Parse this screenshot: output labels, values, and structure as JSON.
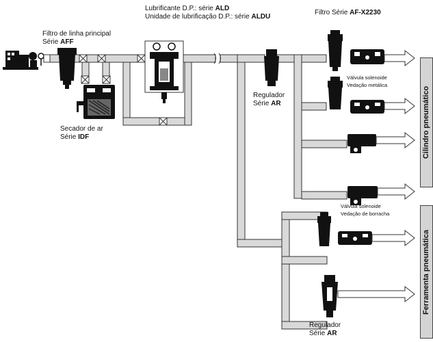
{
  "labels": {
    "compressor_icon": "compressor-icon",
    "main_filter": {
      "line1": "Filtro de linha principal",
      "line2_prefix": "Série ",
      "line2_bold": "AFF"
    },
    "dryer": {
      "line1": "Secador de ar",
      "line2_prefix": "Série ",
      "line2_bold": "IDF"
    },
    "lubricator": {
      "line1_prefix": "Lubrificante D.P.: série ",
      "line1_bold": "ALD",
      "line2_prefix": "Unidade de lubrificação D.P.: série ",
      "line2_bold": "ALDU"
    },
    "filter_af": {
      "prefix": "Filtro Série ",
      "bold": "AF-X2230"
    },
    "regulator_top": {
      "line1": "Regulador",
      "line2_prefix": "Série ",
      "line2_bold": "AR"
    },
    "regulator_bottom": {
      "line1": "Regulador",
      "line2_prefix": "Série ",
      "line2_bold": "AR"
    },
    "valve_metal": {
      "line1": "Válvula solenoide",
      "line2": "Vedação metálica"
    },
    "valve_rubber": {
      "line1": "Válvula solenoide",
      "line2": "Vedação de borracha"
    }
  },
  "side_labels": {
    "cylinder": "Cilindro pneumático",
    "tool": "Ferramenta pneumática"
  },
  "colors": {
    "pipe_fill": "#d9d9d9",
    "pipe_stroke": "#333333",
    "component": "#111111",
    "side_box": "#d4d4d4"
  }
}
